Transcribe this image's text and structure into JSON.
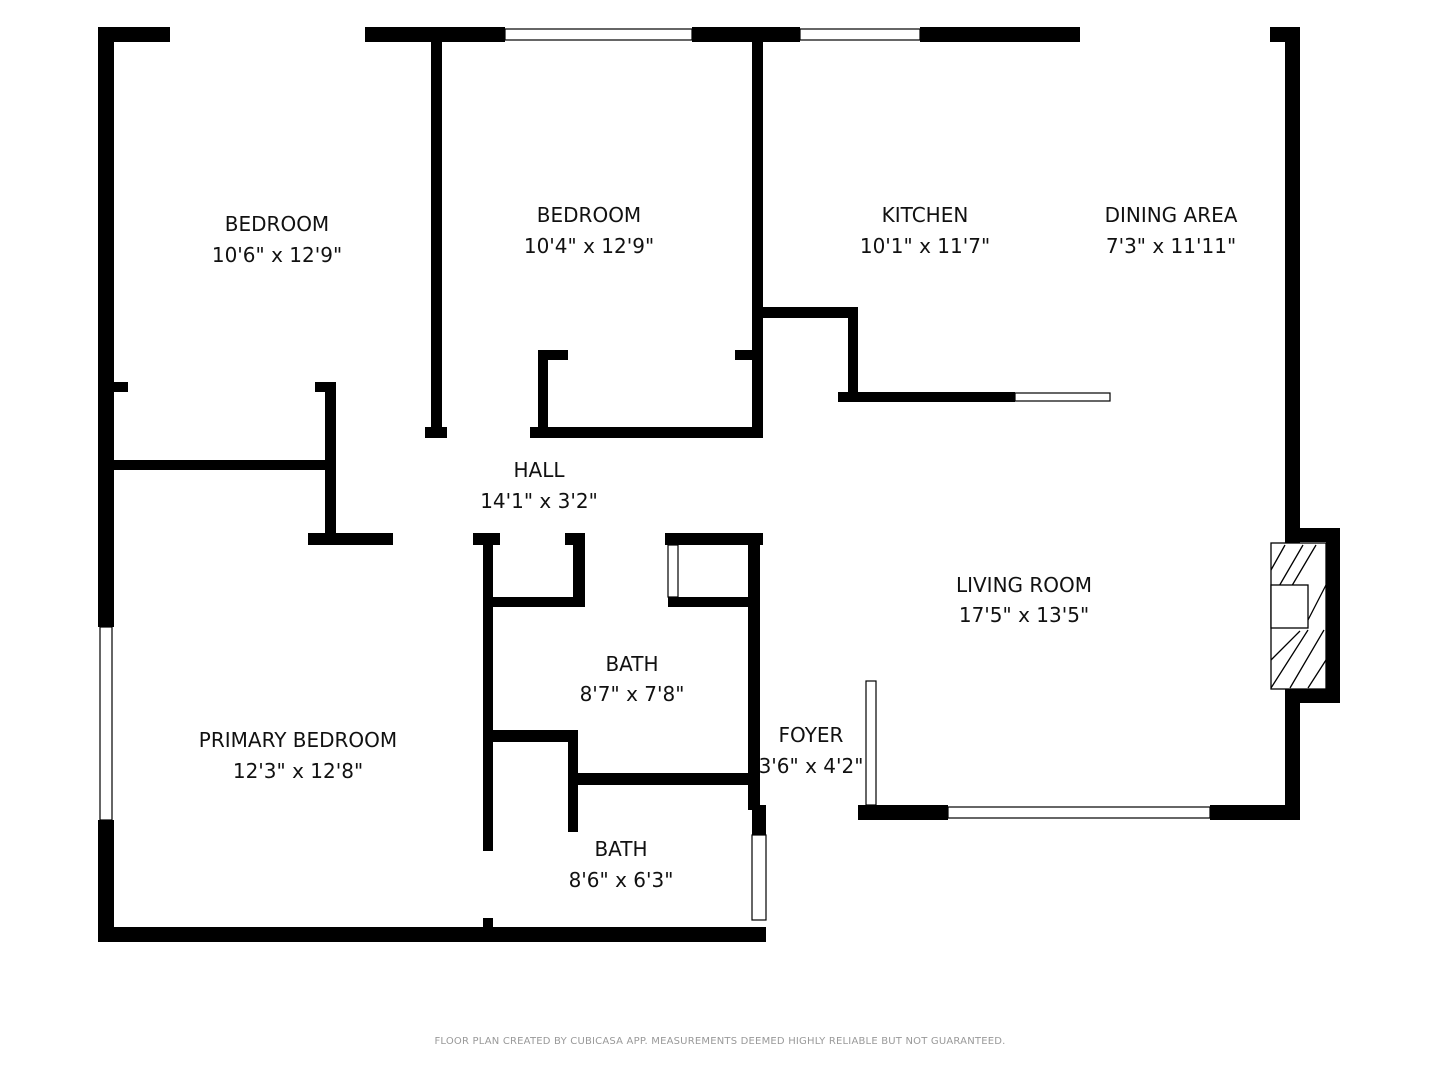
{
  "rooms": [
    {
      "name": "BEDROOM",
      "size": "10'6\" x 12'9\""
    },
    {
      "name": "BEDROOM",
      "size": "10'4\" x 12'9\""
    },
    {
      "name": "KITCHEN",
      "size": "10'1\" x 11'7\""
    },
    {
      "name": "DINING AREA",
      "size": "7'3\" x 11'11\""
    },
    {
      "name": "HALL",
      "size": "14'1\" x 3'2\""
    },
    {
      "name": "LIVING ROOM",
      "size": "17'5\" x 13'5\""
    },
    {
      "name": "BATH",
      "size": "8'7\" x 7'8\""
    },
    {
      "name": "PRIMARY BEDROOM",
      "size": "12'3\" x 12'8\""
    },
    {
      "name": "FOYER",
      "size": "3'6\" x 4'2\""
    },
    {
      "name": "BATH",
      "size": "8'6\" x 6'3\""
    }
  ],
  "footer": "FLOOR PLAN CREATED BY CUBICASA APP. MEASUREMENTS DEEMED HIGHLY RELIABLE BUT NOT GUARANTEED.",
  "colors": {
    "wall": "#000000",
    "background": "#ffffff",
    "footer_text": "#999999"
  }
}
